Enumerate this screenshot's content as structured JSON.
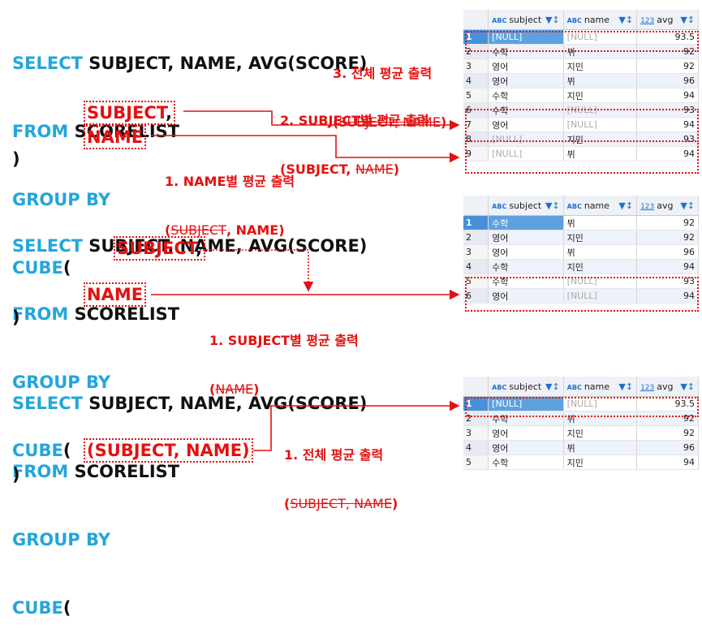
{
  "queries": [
    {
      "line1": [
        [
          "SELECT ",
          "kw"
        ],
        [
          "SUBJECT, NAME, AVG(SCORE)",
          ""
        ]
      ],
      "line2": [
        [
          "FROM ",
          "kw"
        ],
        [
          "SCORELIST",
          ""
        ]
      ],
      "line3": [
        [
          "GROUP BY",
          "kw"
        ]
      ],
      "line4": [
        [
          "CUBE",
          "kw"
        ],
        [
          "(",
          ""
        ]
      ],
      "close": ")"
    },
    {
      "line1": [
        [
          "SELECT ",
          "kw"
        ],
        [
          "SUBJECT, NAME, AVG(SCORE)",
          ""
        ]
      ],
      "line2": [
        [
          "FROM ",
          "kw"
        ],
        [
          "SCORELIST",
          ""
        ]
      ],
      "line3": [
        [
          "GROUP BY ",
          "kw"
        ]
      ],
      "line4": [
        [
          "CUBE",
          "kw"
        ],
        [
          "(",
          ""
        ]
      ],
      "close": ")"
    },
    {
      "line1": [
        [
          "SELECT ",
          "kw"
        ],
        [
          "SUBJECT, NAME, AVG(SCORE)",
          ""
        ]
      ],
      "line2": [
        [
          "FROM ",
          "kw"
        ],
        [
          "SCORELIST",
          ""
        ]
      ],
      "line3": [
        [
          "GROUP BY",
          "kw"
        ]
      ],
      "line4": [
        [
          "CUBE",
          "kw"
        ],
        [
          "(",
          ""
        ]
      ],
      "close": ")"
    }
  ],
  "boxed": {
    "q1_subject": "SUBJECT",
    "q1_comma": ",",
    "q1_name": "NAME",
    "q2_subject": "SUBJECT",
    "q2_comma": ",",
    "q2_name": "NAME",
    "q3_tuple": "(SUBJECT, NAME)"
  },
  "annotations": {
    "a1_title": "3. 전체 평균 출력",
    "a1_sub_strike": "SUBJECT, NAME",
    "a1_sub_open": "(",
    "a1_sub_close": ")",
    "a2_title": "2. SUBJECT별 평균 출력",
    "a2_sub_open": "(SUBJECT, ",
    "a2_sub_strike": "NAME",
    "a2_sub_close": ")",
    "a3_title": "1. NAME별 평균 출력",
    "a3_sub_open": "(",
    "a3_sub_strike": "SUBJECT",
    "a3_sub_close": ", NAME)",
    "b1_title": "1. SUBJECT별 평균 출력",
    "b1_sub_open": "(",
    "b1_sub_strike": "NAME",
    "b1_sub_close": ")",
    "c1_title": "1. 전체 평균 출력",
    "c1_sub_open": "(",
    "c1_sub_strike": "SUBJECT, NAME",
    "c1_sub_close": ")"
  },
  "grid_headers": {
    "subject": "subject",
    "name": "name",
    "avg": "avg",
    "abc": "ABC",
    "num": "123",
    "filter": "▼↕"
  },
  "grids": [
    {
      "rows": [
        [
          "1",
          "[NULL]",
          "[NULL]",
          "93.5"
        ],
        [
          "2",
          "수학",
          "뷔",
          "92"
        ],
        [
          "3",
          "영어",
          "지민",
          "92"
        ],
        [
          "4",
          "영어",
          "뷔",
          "96"
        ],
        [
          "5",
          "수학",
          "지민",
          "94"
        ],
        [
          "6",
          "수학",
          "[NULL]",
          "93"
        ],
        [
          "7",
          "영어",
          "[NULL]",
          "94"
        ],
        [
          "8",
          "[NULL]",
          "지민",
          "93"
        ],
        [
          "9",
          "[NULL]",
          "뷔",
          "94"
        ]
      ]
    },
    {
      "rows": [
        [
          "1",
          "수학",
          "뷔",
          "92"
        ],
        [
          "2",
          "영어",
          "지민",
          "92"
        ],
        [
          "3",
          "영어",
          "뷔",
          "96"
        ],
        [
          "4",
          "수학",
          "지민",
          "94"
        ],
        [
          "5",
          "수학",
          "[NULL]",
          "93"
        ],
        [
          "6",
          "영어",
          "[NULL]",
          "94"
        ]
      ]
    },
    {
      "rows": [
        [
          "1",
          "[NULL]",
          "[NULL]",
          "93.5"
        ],
        [
          "2",
          "수학",
          "뷔",
          "92"
        ],
        [
          "3",
          "영어",
          "지민",
          "92"
        ],
        [
          "4",
          "영어",
          "뷔",
          "96"
        ],
        [
          "5",
          "수학",
          "지민",
          "94"
        ]
      ]
    }
  ],
  "colors": {
    "keyword": "#22a6db",
    "highlight": "#e51010",
    "selected": "#4a90d9"
  }
}
